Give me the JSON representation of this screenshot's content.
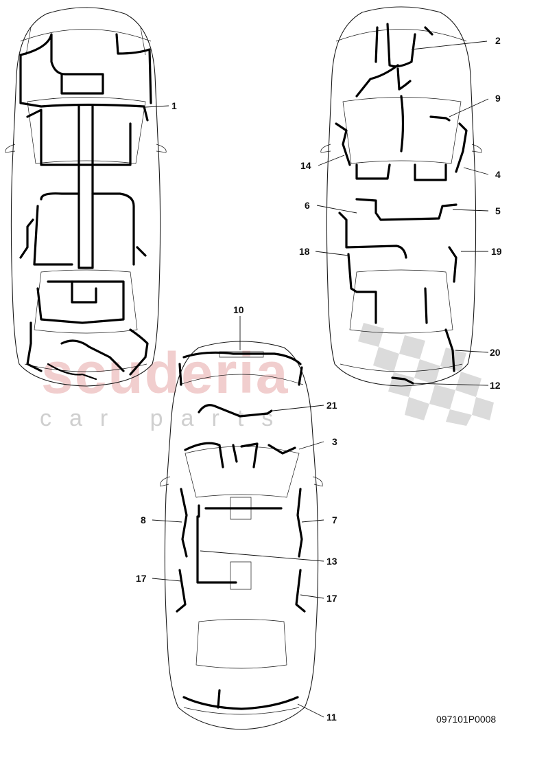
{
  "watermark": {
    "brand": "scuderia",
    "tagline": "car parts"
  },
  "callouts": [
    {
      "id": "c1",
      "label": "1"
    },
    {
      "id": "c2",
      "label": "2"
    },
    {
      "id": "c9",
      "label": "9"
    },
    {
      "id": "c14",
      "label": "14"
    },
    {
      "id": "c4",
      "label": "4"
    },
    {
      "id": "c6",
      "label": "6"
    },
    {
      "id": "c5",
      "label": "5"
    },
    {
      "id": "c18",
      "label": "18"
    },
    {
      "id": "c19",
      "label": "19"
    },
    {
      "id": "c20",
      "label": "20"
    },
    {
      "id": "c12",
      "label": "12"
    },
    {
      "id": "c10",
      "label": "10"
    },
    {
      "id": "c21",
      "label": "21"
    },
    {
      "id": "c3",
      "label": "3"
    },
    {
      "id": "c8",
      "label": "8"
    },
    {
      "id": "c7",
      "label": "7"
    },
    {
      "id": "c13",
      "label": "13"
    },
    {
      "id": "c17a",
      "label": "17"
    },
    {
      "id": "c17b",
      "label": "17"
    },
    {
      "id": "c11",
      "label": "11"
    }
  ],
  "document_id": "097101P0008"
}
